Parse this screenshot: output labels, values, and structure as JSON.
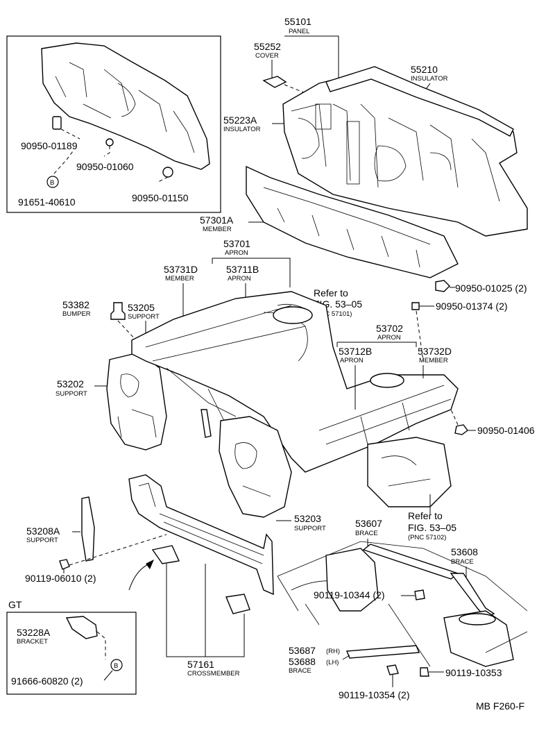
{
  "labels": {
    "p55101": "55101",
    "p55101_cap": "PANEL",
    "p55252": "55252",
    "p55252_cap": "COVER",
    "p55210": "55210",
    "p55210_cap": "INSULATOR",
    "p55223A": "55223A",
    "p55223A_cap": "INSULATOR",
    "p57301A": "57301A",
    "p57301A_cap": "MEMBER",
    "p53701": "53701",
    "p53701_cap": "APRON",
    "p53731D": "53731D",
    "p53731D_cap": "MEMBER",
    "p53711B": "53711B",
    "p53711B_cap": "APRON",
    "p53382": "53382",
    "p53382_cap": "BUMPER",
    "p53205": "53205",
    "p53205_cap": "SUPPORT",
    "p53202": "53202",
    "p53202_cap": "SUPPORT",
    "p53702": "53702",
    "p53702_cap": "APRON",
    "p53712B": "53712B",
    "p53712B_cap": "APRON",
    "p53732D": "53732D",
    "p53732D_cap": "MEMBER",
    "p53203": "53203",
    "p53203_cap": "SUPPORT",
    "p53208A": "53208A",
    "p53208A_cap": "SUPPORT",
    "p53607": "53607",
    "p53607_cap": "BRACE",
    "p53608": "53608",
    "p53608_cap": "BRACE",
    "p53687": "53687",
    "p53687_rh": "(RH)",
    "p53688": "53688",
    "p53688_lh": "(LH)",
    "p53688_cap": "BRACE",
    "p57161": "57161",
    "p57161_cap": "CROSSMEMBER",
    "p53228A": "53228A",
    "p53228A_cap": "BRACKET",
    "b90950_01189": "90950-01189",
    "b90950_01060": "90950-01060",
    "b91651_40610": "91651-40610",
    "b90950_01150": "90950-01150",
    "b90950_01025": "90950-01025 (2)",
    "b90950_01374": "90950-01374 (2)",
    "b90950_01406": "90950-01406",
    "b90119_06010": "90119-06010 (2)",
    "b90119_10344": "90119-10344 (2)",
    "b90119_10353": "90119-10353",
    "b90119_10354": "90119-10354 (2)",
    "b91666_60820": "91666-60820 (2)",
    "ref1_a": "Refer to",
    "ref1_b": "FIG. 53–05",
    "ref1_c": "(PNC 57101)",
    "ref2_a": "Refer to",
    "ref2_b": "FIG. 53–05",
    "ref2_c": "(PNC 57102)",
    "gt": "GT",
    "fig_code": "MB F260-F",
    "marker_b": "B"
  }
}
